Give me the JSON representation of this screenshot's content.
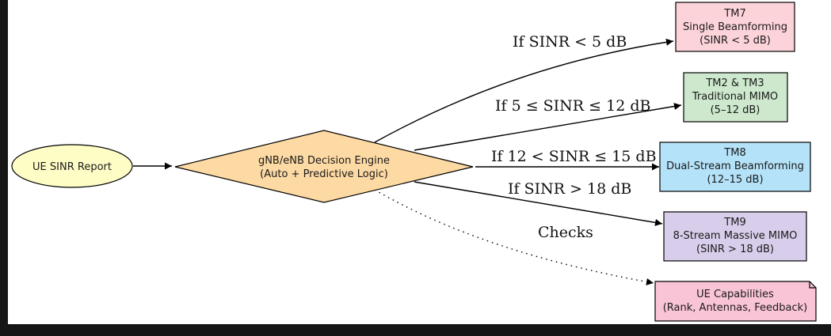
{
  "diagram": {
    "source": {
      "label": "UE SINR Report",
      "fill": "#fffdc6"
    },
    "engine": {
      "line1": "gNB/eNB Decision Engine",
      "line2": "(Auto + Predictive Logic)",
      "fill": "#fdd9a3"
    },
    "modes": [
      {
        "line1": "TM7",
        "line2": "Single Beamforming",
        "line3": "(SINR < 5 dB)",
        "fill": "#fdd3da"
      },
      {
        "line1": "TM2 & TM3",
        "line2": "Traditional MIMO",
        "line3": "(5–12 dB)",
        "fill": "#cde8cd"
      },
      {
        "line1": "TM8",
        "line2": "Dual-Stream Beamforming",
        "line3": "(12–15 dB)",
        "fill": "#b4e2f8"
      },
      {
        "line1": "TM9",
        "line2": "8-Stream Massive MIMO",
        "line3": "(SINR > 18 dB)",
        "fill": "#d8cdea"
      }
    ],
    "capabilities": {
      "line1": "UE Capabilities",
      "line2": "(Rank, Antennas, Feedback)",
      "fill": "#f9c4d6"
    },
    "edges": {
      "low": "If SINR < 5 dB",
      "mid": "If 5 ≤ SINR ≤ 12 dB",
      "high": "If 12 < SINR ≤ 15 dB",
      "top": "If SINR > 18 dB",
      "checks": "Checks"
    }
  }
}
